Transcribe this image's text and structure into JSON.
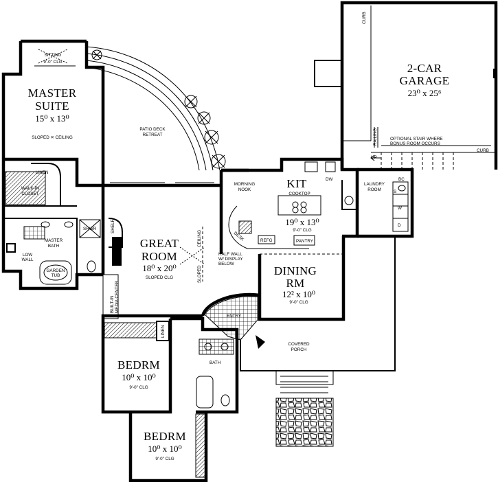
{
  "rooms": {
    "garage": {
      "name1": "2-CAR",
      "name2": "GARAGE",
      "dims": "23⁰ x 25⁶"
    },
    "master_suite": {
      "name1": "MASTER",
      "name2": "SUITE",
      "dims": "15⁰ x 13⁰",
      "ceiling": "SLOPED ✕ CEILING"
    },
    "sitting": {
      "name": "SITTING",
      "clg": "9'-0\" CLG"
    },
    "patio": {
      "name1": "PATIO DECK",
      "name2": "RETREAT"
    },
    "kit": {
      "name": "KIT",
      "dims": "19⁰ x 13⁰",
      "clg": "9'-0\" CLG"
    },
    "great_room": {
      "name1": "GREAT",
      "name2": "ROOM",
      "dims": "18⁰ x 20⁰",
      "clg": "SLOPED CLG"
    },
    "dining": {
      "name1": "DINING",
      "name2": "RM",
      "dims": "12² x 10⁰",
      "clg": "9'-0\" CLG"
    },
    "bedrm1": {
      "name": "BEDRM",
      "dims": "10⁰ x 10⁰",
      "clg": "9'-0\" CLG"
    },
    "bedrm2": {
      "name": "BEDRM",
      "dims": "10⁰ x 10⁰",
      "clg": "9'-0\" CLG"
    },
    "walk_in": {
      "name1": "WALK-IN",
      "name2": "CLOSET"
    },
    "master_bath": {
      "name1": "MASTER",
      "name2": "BATH"
    },
    "laundry": {
      "name1": "LAUNDRY",
      "name2": "ROOM"
    },
    "morning_nook": {
      "name1": "MORNING",
      "name2": "NOOK"
    },
    "covered_porch": {
      "name1": "COVERED",
      "name2": "PORCH"
    }
  },
  "labels": {
    "curb_top": "CURB",
    "curb_right": "CURB",
    "railing": "RAILING",
    "optional_stair1": "OPTIONAL STAIR WHERE",
    "optional_stair2": "BONUS ROOM OCCURS",
    "up": "UP",
    "linen_master": "LINEN",
    "linen_bed": "LINEN",
    "shwr": "SHWR",
    "shelf": "SHELF",
    "low_wall1": "LOW",
    "low_wall2": "WALL",
    "garden_tub1": "GARDEN",
    "garden_tub2": "TUB",
    "built_in1": "BUILT-IN",
    "built_in2": "MEDIA CENTER",
    "cooktop": "COOKTOP",
    "desk": "DESK",
    "refg": "REFG",
    "pantry": "PANTRY",
    "dw": "DW",
    "bc": "BC",
    "s": "S",
    "w": "W",
    "d": "D",
    "half_wall1": "HALF WALL",
    "half_wall2": "W/ DISPLAY",
    "half_wall3": "BELOW",
    "sloped_ceiling": "SLOPED ✕ CEILING",
    "entry": "ENTRY",
    "bath": "BATH",
    "sloped": "SLOPED",
    "ceiling": "CEILING"
  }
}
